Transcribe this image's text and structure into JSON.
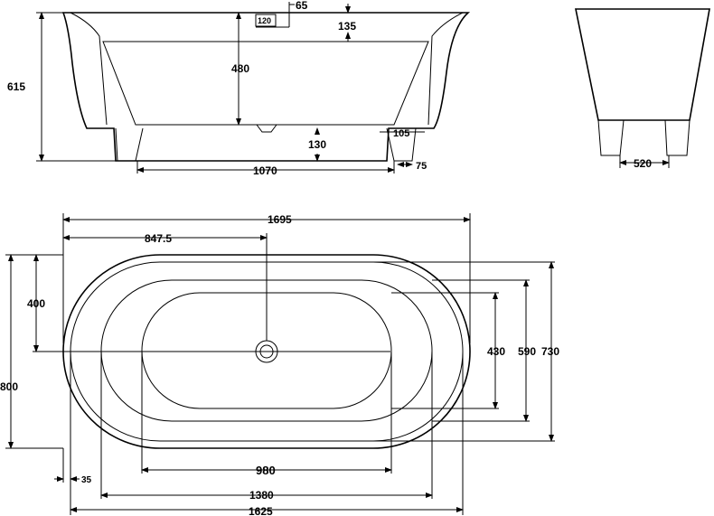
{
  "side_view": {
    "height_total": "615",
    "depth_inner": "480",
    "rim_top": "135",
    "overflow_width": "120",
    "overflow_offset": "65",
    "clearance": "130",
    "foot_width": "105",
    "foot_offset": "75",
    "base_length": "1070"
  },
  "end_view": {
    "base_width": "520"
  },
  "plan_view": {
    "outer_length": "1695",
    "half_length": "847.5",
    "half_width": "400",
    "outer_width": "800",
    "basin_width": "430",
    "inner_width": "590",
    "rim_width": "730",
    "rim_offset": "35",
    "basin_length": "980",
    "inner_length": "1380",
    "rim_length": "1625"
  },
  "colors": {
    "line": "#000000",
    "background": "#ffffff"
  }
}
